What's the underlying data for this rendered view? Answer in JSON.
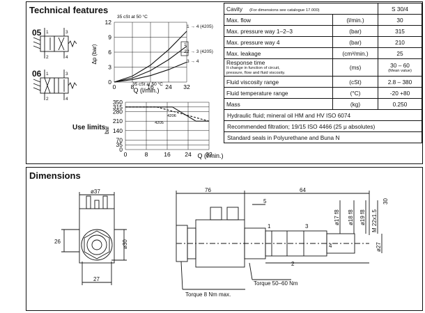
{
  "technical": {
    "title": "Technical features",
    "model_05": "05",
    "model_06": "06",
    "use_limits": "Use limits",
    "ports": [
      "1",
      "2",
      "3",
      "4"
    ],
    "chart1": {
      "note": "35 cSt at 50 °C",
      "ylabel": "Δp (bar)",
      "xlabel": "Q (l/min.)",
      "curve_labels": [
        "1 → 4 (4205)",
        "2 → 3 (4205)",
        "3 → 4"
      ],
      "bracket_labels": [
        "1",
        "2"
      ]
    },
    "chart2": {
      "note": "35 cSt at 50 °C",
      "ylabel": "bar",
      "xlabel": "Q (l/min.)",
      "labels": [
        "4206",
        "4205"
      ]
    }
  },
  "chart_data": [
    {
      "type": "line",
      "ylim": [
        0,
        12
      ],
      "xlim": [
        0,
        32
      ],
      "x_ticks": [
        "0",
        "8",
        "16",
        "24",
        "32"
      ],
      "y_ticks": [
        "0",
        "3",
        "6",
        "9",
        "12"
      ],
      "series": [
        {
          "name": "1 → 4 (4205)",
          "x": [
            0,
            8,
            16,
            24,
            32
          ],
          "y": [
            0,
            1.2,
            3.4,
            6.5,
            10.2
          ]
        },
        {
          "name": "2 → 3 (4205)",
          "x": [
            0,
            8,
            16,
            24,
            32
          ],
          "y": [
            0,
            0.8,
            2.3,
            4.5,
            7.2
          ]
        },
        {
          "name": "3 → 4",
          "x": [
            0,
            8,
            16,
            24,
            32
          ],
          "y": [
            0,
            0.5,
            1.3,
            2.5,
            4.0
          ]
        }
      ]
    },
    {
      "type": "area",
      "ylim": [
        0,
        350
      ],
      "xlim": [
        0,
        32
      ],
      "x_ticks": [
        "0",
        "8",
        "16",
        "24",
        "32"
      ],
      "y_ticks": [
        "0",
        "35",
        "70",
        "140",
        "210",
        "280",
        "315",
        "350"
      ],
      "series": [
        {
          "name": "4206",
          "x": [
            0,
            12,
            32
          ],
          "y": [
            315,
            315,
            210
          ]
        },
        {
          "name": "4205",
          "x": [
            0,
            18,
            27,
            32
          ],
          "y": [
            315,
            315,
            210,
            210
          ]
        }
      ]
    }
  ],
  "specs": [
    {
      "label": "Cavity",
      "note": "(For dimensions see catalogue 17.000)",
      "unit": "",
      "value": "S 30/4"
    },
    {
      "label": "Max. flow",
      "unit": "(l/min.)",
      "value": "30"
    },
    {
      "label": "Max. pressure way 1–2–3",
      "unit": "(bar)",
      "value": "315"
    },
    {
      "label": "Max. pressure way 4",
      "unit": "(bar)",
      "value": "210"
    },
    {
      "label": "Max. leakage",
      "unit": "(cm³/min.)",
      "value": "25"
    },
    {
      "label": "Response time",
      "note": "It change in function of circuit,\npressure, flow and fluid viscosity.",
      "unit": "(ms)",
      "value": "30 – 60",
      "value_note": "(Mean value)"
    },
    {
      "label": "Fluid viscosity range",
      "unit": "(cSt)",
      "value": "2.8 – 380"
    },
    {
      "label": "Fluid temperature range",
      "unit": "(°C)",
      "value": "-20 +80"
    },
    {
      "label": "Mass",
      "unit": "(kg)",
      "value": "0.250"
    }
  ],
  "wide_rows": [
    "Hydraulic fluid; mineral oil HM and HV    ISO 6074",
    "Recommended filtration; 19/15 ISO 4466 (25 μ absolutes)",
    "Standard seals in Polyurethane and Buna N"
  ],
  "dimensions": {
    "title": "Dimensions",
    "dims": [
      "ø37",
      "26",
      "ø30",
      "27",
      "76",
      "64",
      "5",
      "ø17 f8",
      "ø18 f8",
      "ø19 f8",
      "M 22x1.5",
      "ø27",
      "30"
    ],
    "ports": [
      "1",
      "3",
      "4",
      "2"
    ],
    "torque_8": "Torque 8 Nm max.",
    "torque_50": "Torque 50–60 Nm"
  }
}
